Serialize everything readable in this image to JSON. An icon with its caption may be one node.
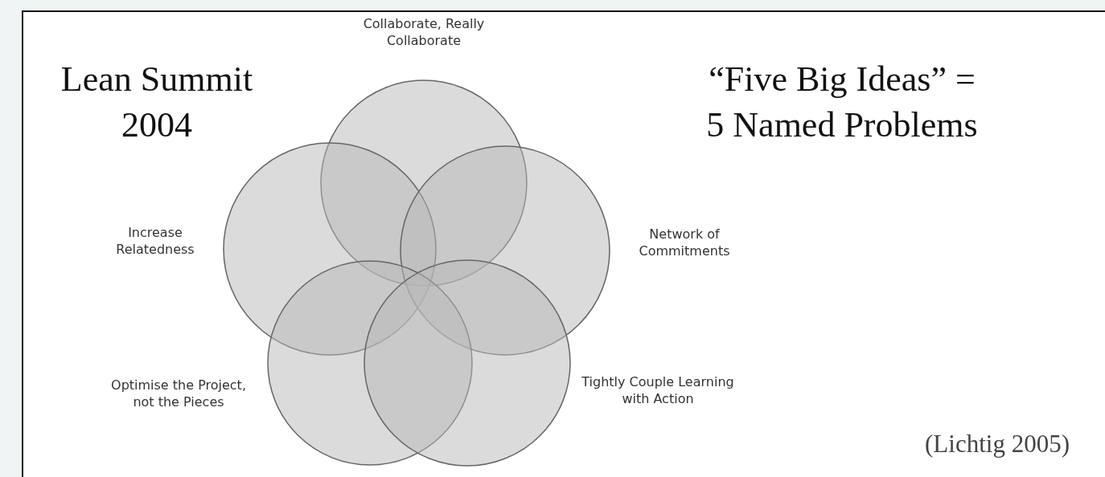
{
  "diagram": {
    "nodes": [
      {
        "text": [],
        "shape": "circle",
        "beside": [
          "Collaborate, Really Collaborate"
        ]
      },
      {
        "text": [],
        "shape": "circle",
        "beside": [
          "Increase Relatedness"
        ]
      },
      {
        "text": [],
        "shape": "circle",
        "beside": [
          "Network of Commitments"
        ]
      },
      {
        "text": [],
        "shape": "circle",
        "beside": [
          "Optimise the Project, not the Pieces"
        ]
      },
      {
        "text": [],
        "shape": "circle",
        "beside": [
          "Tightly Couple Learning with Action"
        ]
      }
    ],
    "labels": [
      "Lean Summit 2004",
      "“Five Big Ideas” = 5 Named Problems",
      "(Lichtig 2005)"
    ]
  }
}
